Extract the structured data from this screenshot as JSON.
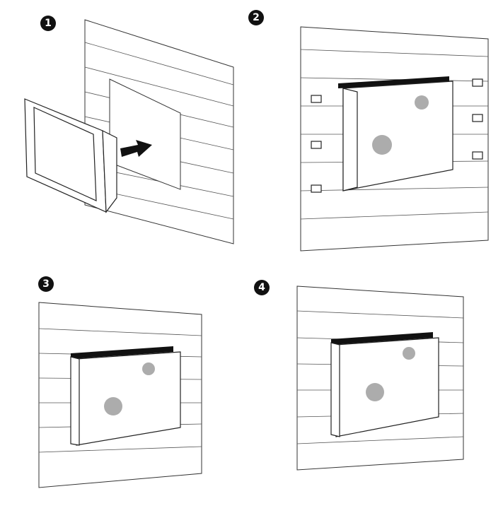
{
  "steps": [
    {
      "number": "1",
      "description_icon": "insert-device-into-wall-cutout"
    },
    {
      "number": "2",
      "description_icon": "attach-mounting-clips"
    },
    {
      "number": "3",
      "description_icon": "tighten-screws"
    },
    {
      "number": "4",
      "description_icon": "mounted-device"
    }
  ],
  "colors": {
    "line": "#222222",
    "badge": "#111111"
  }
}
